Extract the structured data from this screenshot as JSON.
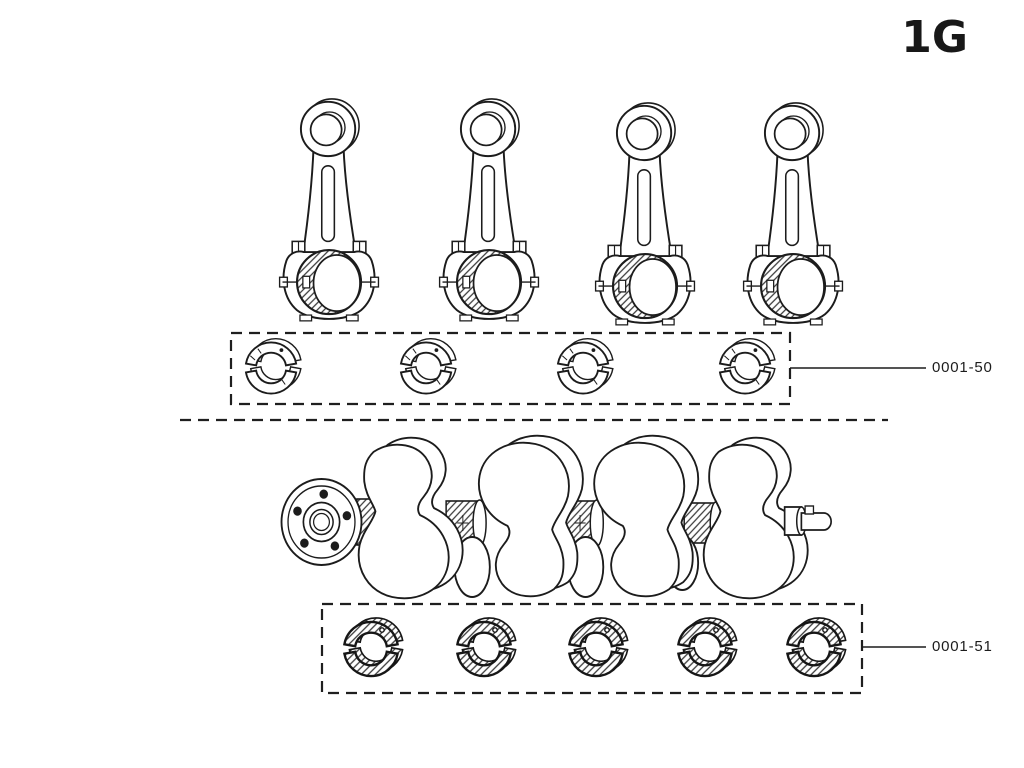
{
  "page": {
    "corner_code": "1G",
    "background_color": "#ffffff",
    "ink_color": "#1c1c1c"
  },
  "callouts": [
    {
      "part_number": "0001-50",
      "item_count": 4
    },
    {
      "part_number": "0001-51",
      "item_count": 5
    }
  ],
  "figure": {
    "connecting_rod_count": 4,
    "rod_bearing_count": 4,
    "main_bearing_count": 5,
    "crankshaft_count": 1
  }
}
